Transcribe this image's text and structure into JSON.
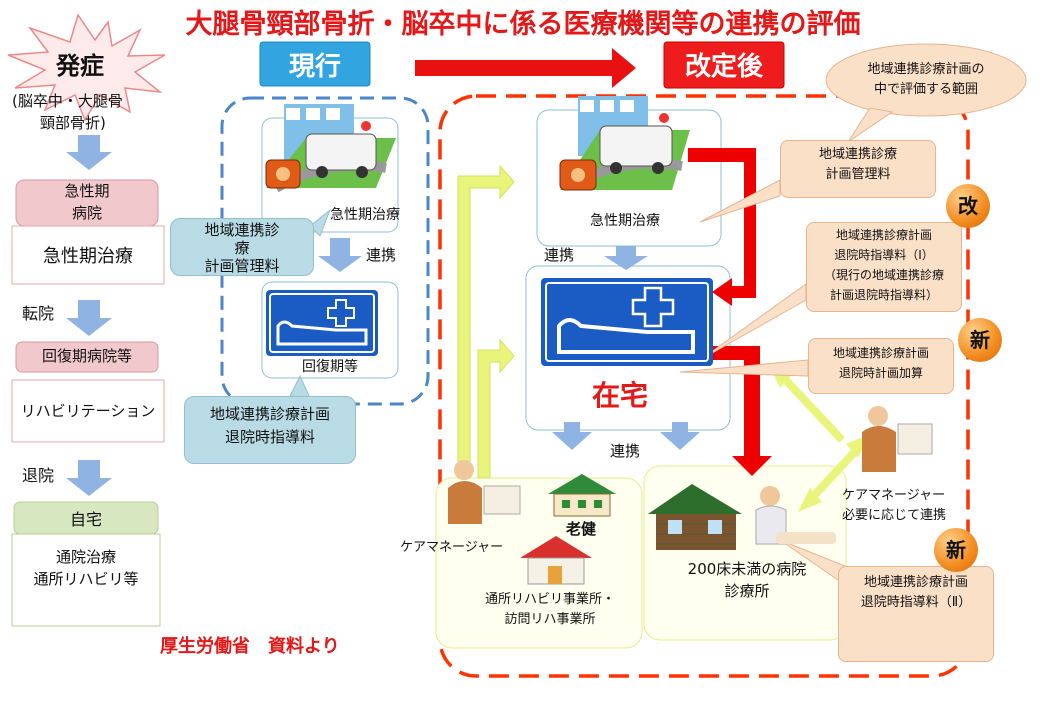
{
  "title": "大腿骨頸部骨折・脳卒中に係る医療機関等の連携の評価",
  "left_flow": {
    "onset": "発症",
    "onset_sub1": "(脳卒中・大腿骨",
    "onset_sub2": "頸部骨折)",
    "acute_hospital_1": "急性期",
    "acute_hospital_2": "病院",
    "acute_treatment": "急性期治療",
    "transfer": "転院",
    "recovery_hospital": "回復期病院等",
    "rehabilitation": "リハビリテーション",
    "discharge": "退院",
    "home": "自宅",
    "outpatient_1": "通院治療",
    "outpatient_2": "通所リハビリ等"
  },
  "current": {
    "label": "現行",
    "acute_treatment": "急性期治療",
    "link": "連携",
    "recovery": "回復期等",
    "mgmt_fee_1": "地域連携診",
    "mgmt_fee_2": "療",
    "mgmt_fee_3": "計画管理料",
    "discharge_fee_1": "地域連携診療計画",
    "discharge_fee_2": "退院時指導料"
  },
  "revised": {
    "label": "改定後",
    "acute_treatment": "急性期治療",
    "link_top": "連携",
    "home_care": "在宅",
    "link_bottom": "連携",
    "care_manager_left": "ケアマネージャー",
    "rouken": "老健",
    "rehab_office_1": "通所リハビリ事業所・",
    "rehab_office_2": "訪問リハ事業所",
    "clinic_1": "200床未満の病院",
    "clinic_2": "診療所",
    "care_manager_right_1": "ケアマネージャー",
    "care_manager_right_2": "必要に応じて連携"
  },
  "callouts": {
    "scope_1": "地域連携診療計画の",
    "scope_2": "中で評価する範囲",
    "mgmt_1": "地域連携診療",
    "mgmt_2": "計画管理料",
    "discharge1_1": "地域連携診療計画",
    "discharge1_2": "退院時指導料（Ⅰ）",
    "discharge1_3": "（現行の地域連携診療",
    "discharge1_4": "計画退院時指導料）",
    "addition_1": "地域連携診療計画",
    "addition_2": "退院時計画加算",
    "discharge2_1": "地域連携診療計画",
    "discharge2_2": "退院時指導料（Ⅱ）"
  },
  "badges": {
    "revised": "改",
    "new_1": "新",
    "new_2": "新"
  },
  "source": "厚生労働省　資料より",
  "colors": {
    "title_red": "#e41818",
    "current_blue": "#4a86c8",
    "revised_red": "#ff3300",
    "arrow_blue": "#8fb4e3",
    "arrow_yellow": "#e8f57a",
    "callout_orange": "#fbe0c8"
  },
  "icons": {
    "ambulance": "ambulance-phone-icon",
    "hospital_bed": "hospital-bed-sign-icon",
    "house": "house-icon",
    "person": "person-icon"
  }
}
